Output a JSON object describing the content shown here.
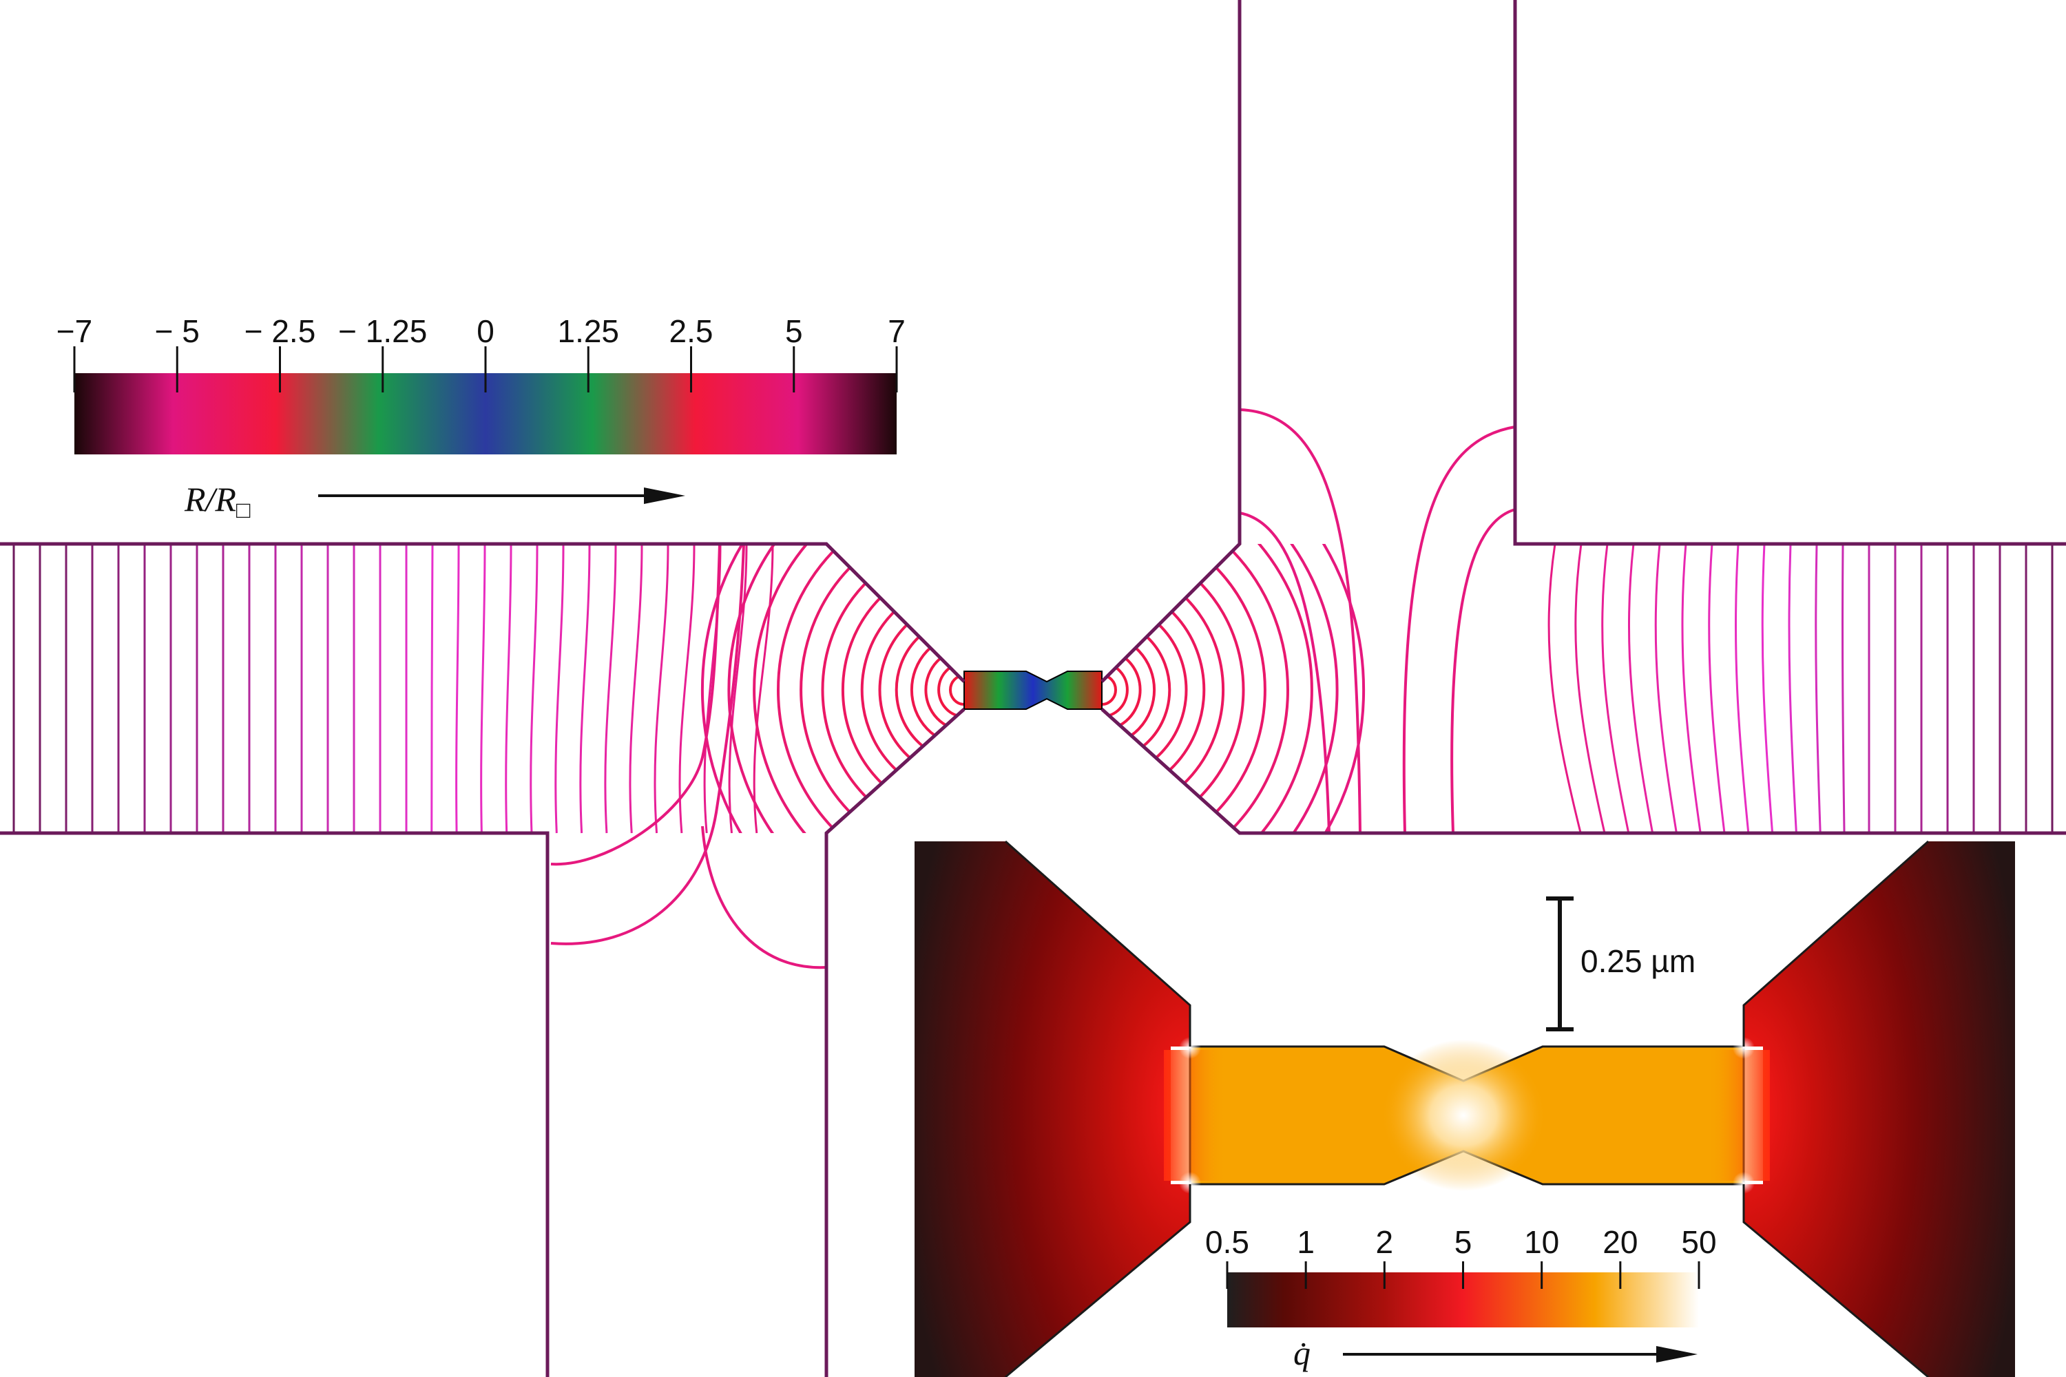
{
  "figure": {
    "resistance_colorbar": {
      "tick_labels": [
        "−7",
        "− 5",
        "− 2.5",
        "− 1.25",
        "0",
        "1.25",
        "2.5",
        "5",
        "7"
      ],
      "axis_label_main": "R/R",
      "axis_label_sub": "□",
      "stops": [
        "#1a0608",
        "#e0157e",
        "#f2193a",
        "#1a9a4a",
        "#2c3aa0",
        "#1a9a4a",
        "#f2193a",
        "#e0157e",
        "#1a0608"
      ]
    },
    "heat_colorbar": {
      "tick_labels": [
        "0.5",
        "1",
        "2",
        "5",
        "10",
        "20",
        "50"
      ],
      "axis_label": "q̇",
      "stops": [
        "#1f1f1f",
        "#5a0a06",
        "#a8100c",
        "#f21a22",
        "#f7a300",
        "#ffffff"
      ]
    },
    "scale_bar": {
      "label": "0.25 µm"
    },
    "colors": {
      "outline": "#6b1a5a",
      "line_near": "#f2163e",
      "line_mid": "#e6187e",
      "line_far": "#e830cc",
      "hot_orange": "#f7a300",
      "dark_red": "#7a0808"
    }
  }
}
